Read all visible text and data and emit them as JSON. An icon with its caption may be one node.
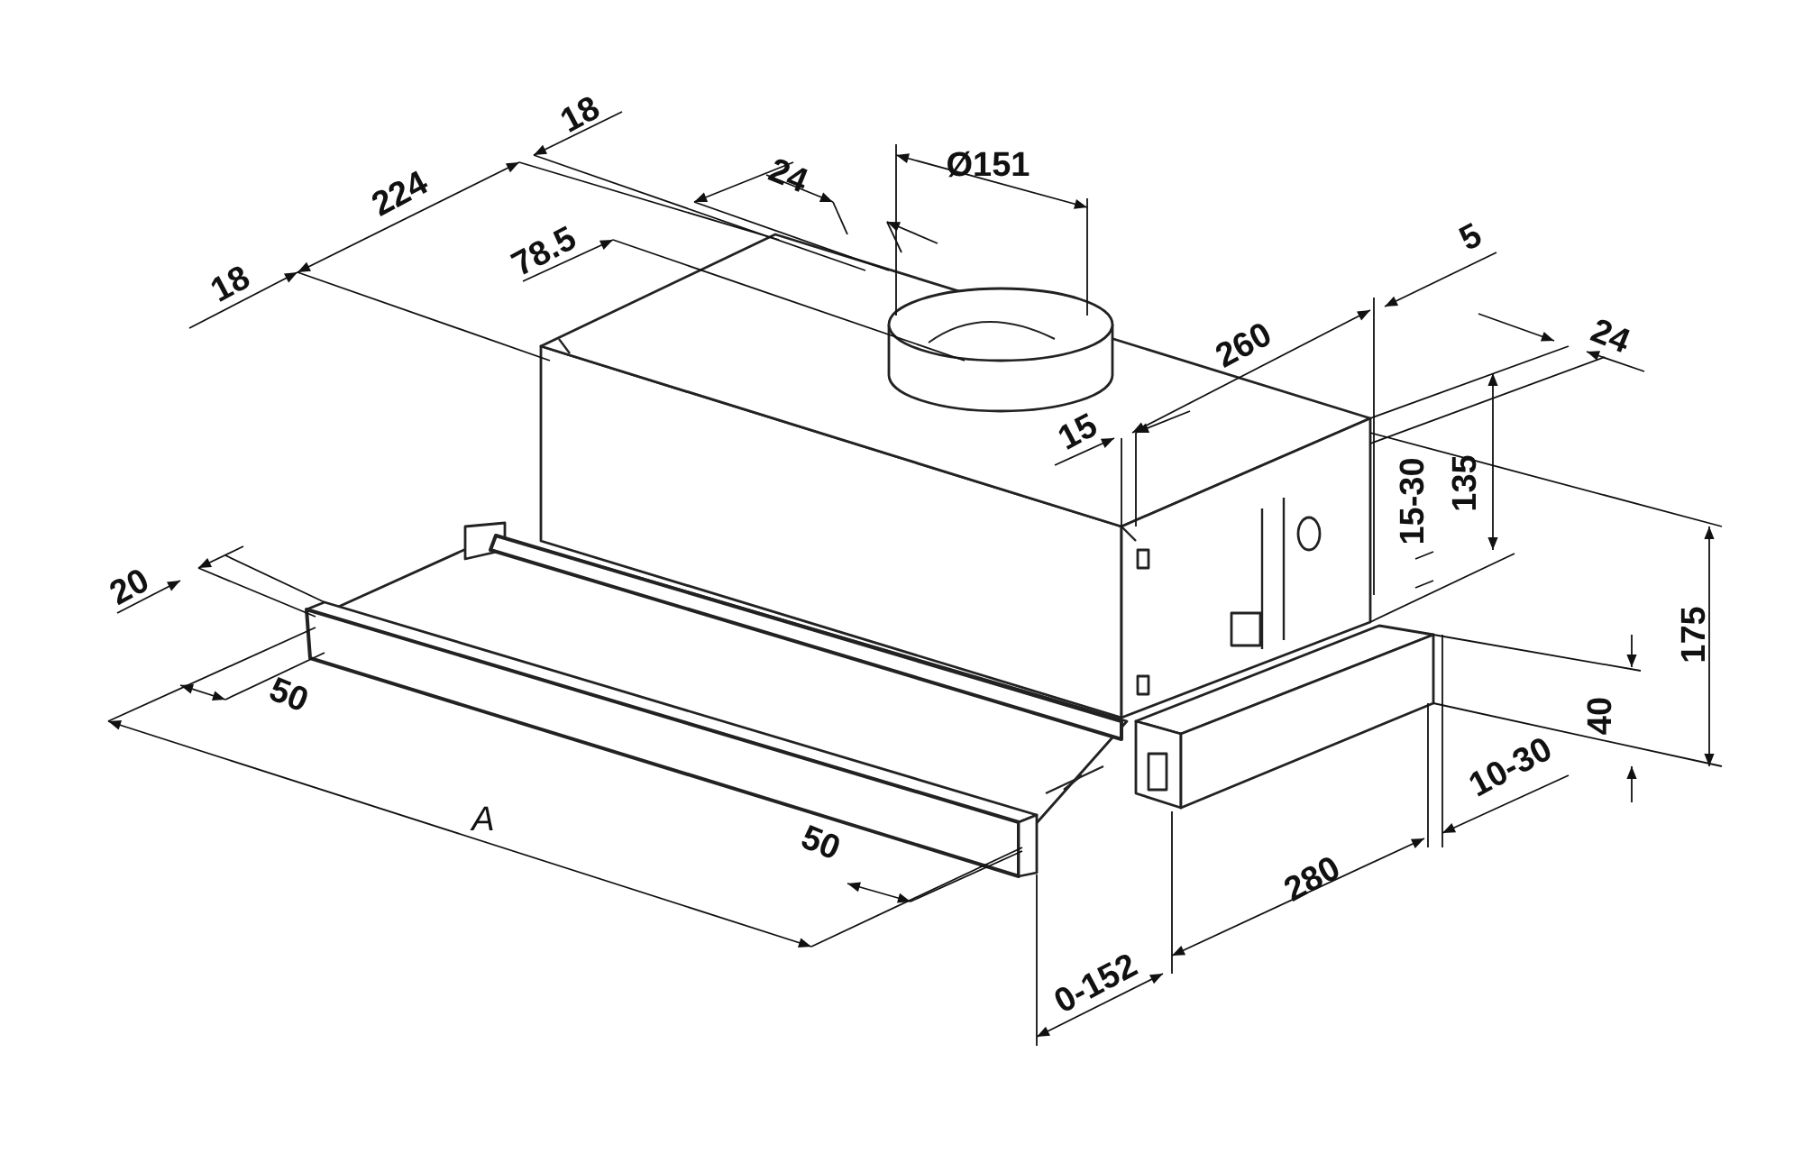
{
  "diagram": {
    "labels": [
      "18",
      "224",
      "18",
      "24",
      "Ø151",
      "78.5",
      "5",
      "260",
      "24",
      "15",
      "15-30",
      "135",
      "175",
      "20",
      "50",
      "40",
      "10-30",
      "A",
      "50",
      "280",
      "0-152"
    ]
  }
}
